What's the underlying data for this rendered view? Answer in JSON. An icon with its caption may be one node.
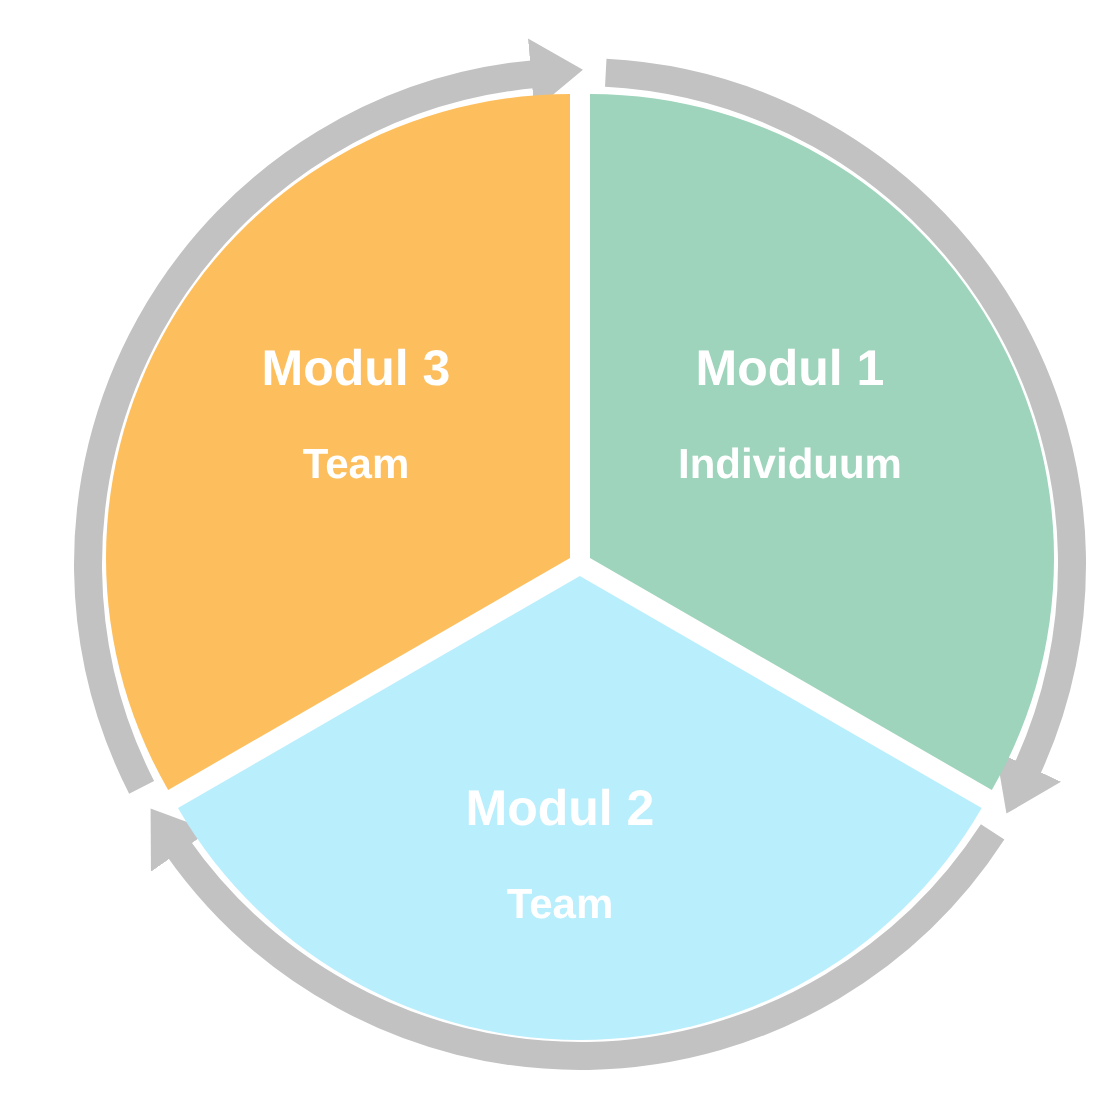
{
  "diagram": {
    "nodes": [
      {
        "text": [
          "Modul 1",
          "Individuum"
        ]
      },
      {
        "text": [
          "Modul 2",
          "Team"
        ]
      },
      {
        "text": [
          "Modul 3",
          "Team"
        ]
      }
    ],
    "edges": [
      {
        "from": 0,
        "to": 1,
        "arrow": "to"
      },
      {
        "from": 1,
        "to": 2,
        "arrow": "to"
      },
      {
        "from": 2,
        "to": 0,
        "arrow": "to"
      }
    ]
  }
}
